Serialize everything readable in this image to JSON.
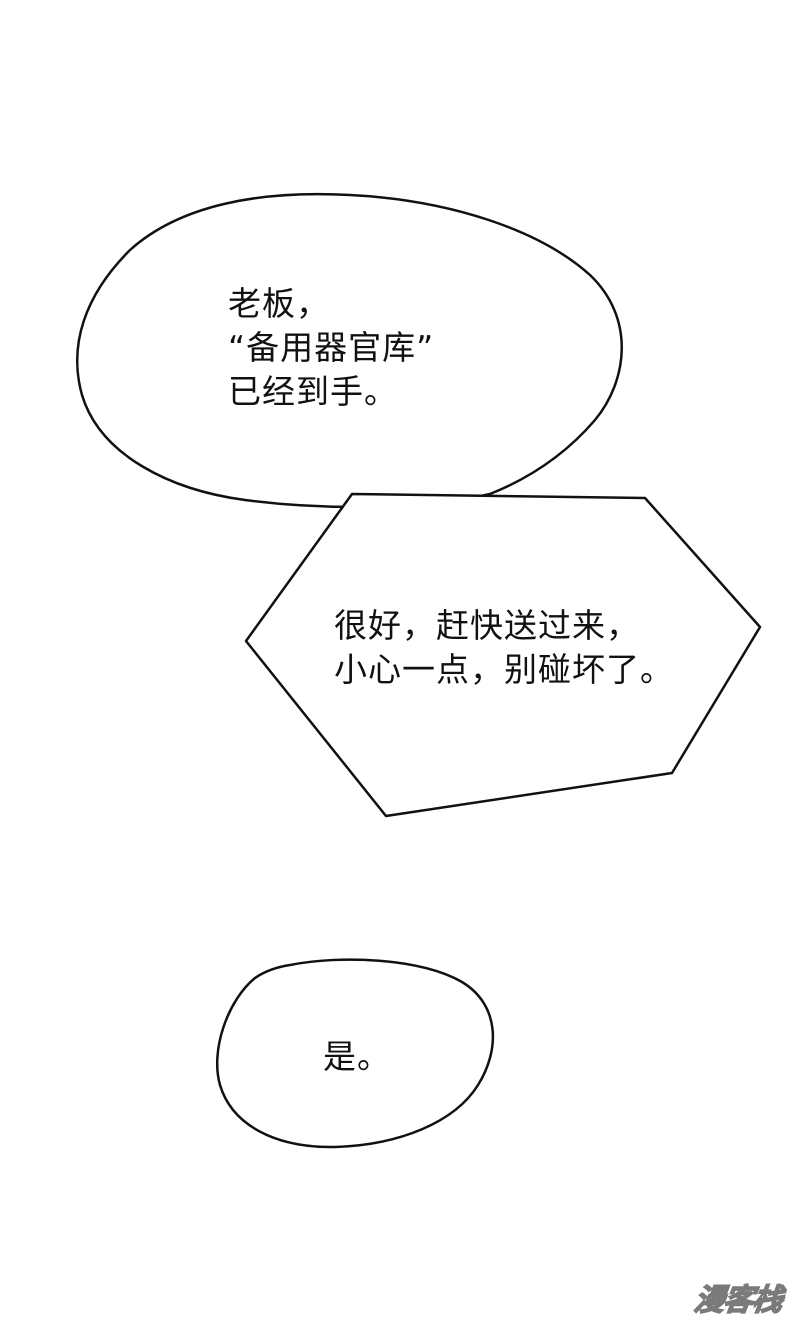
{
  "speech_bubbles": [
    {
      "lines": [
        "老板，",
        "“备用器官库”",
        "已经到手。"
      ]
    },
    {
      "lines": [
        "很好，赶快送过来，",
        "小心一点，别碰坏了。"
      ]
    },
    {
      "lines": [
        "是。"
      ]
    }
  ],
  "watermark": {
    "text": "漫客栈"
  },
  "colors": {
    "background": "#ffffff",
    "ink": "#111111",
    "watermark_outline": "#7a7a7a"
  }
}
